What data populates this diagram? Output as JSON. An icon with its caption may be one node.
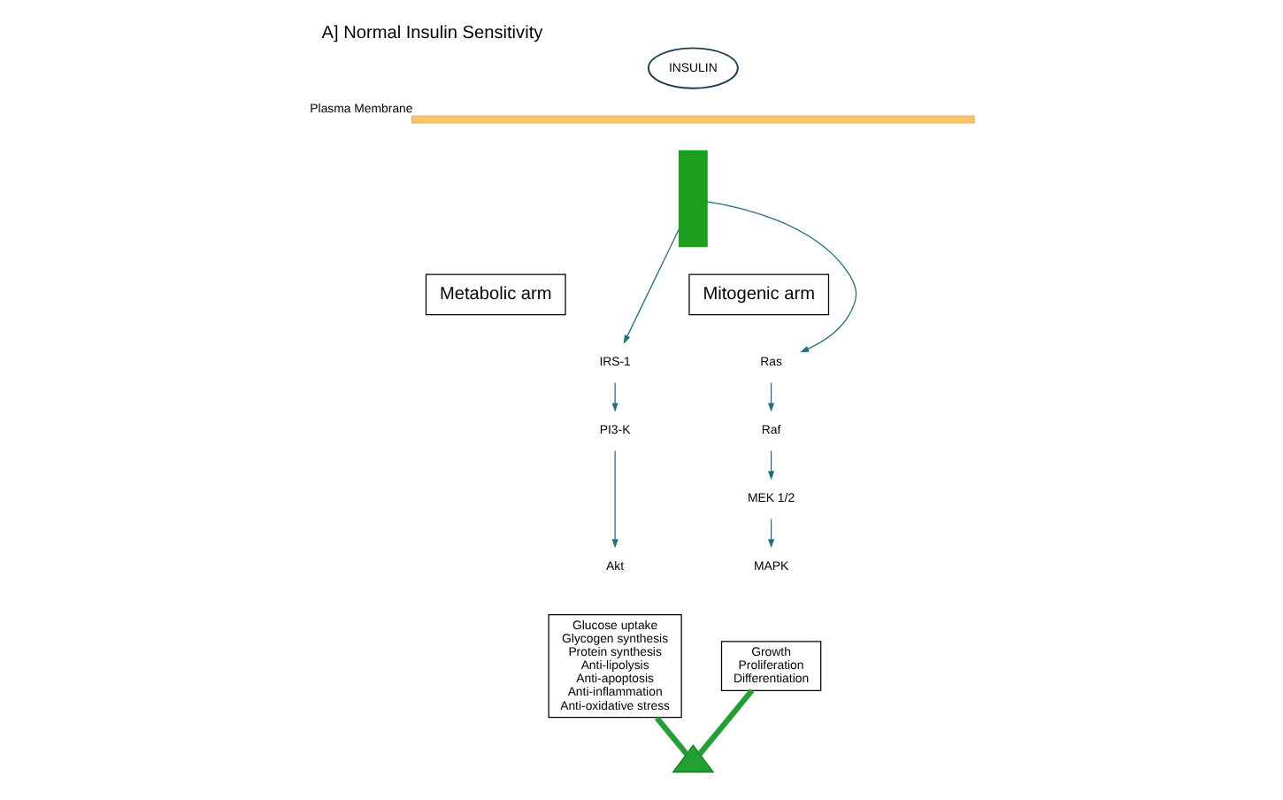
{
  "diagram": {
    "title": "A] Normal Insulin Sensitivity",
    "nodes": [
      {
        "text": [
          "INSULIN"
        ]
      },
      {
        "text": [],
        "shape": "bar",
        "beside": [
          "Plasma Membrane"
        ]
      },
      {
        "text": [],
        "shape": "bar"
      },
      {
        "text": [
          "Metabolic arm"
        ]
      },
      {
        "text": [
          "Mitogenic arm"
        ]
      },
      {
        "text": [
          "IRS-1"
        ]
      },
      {
        "text": [
          "PI3-K"
        ]
      },
      {
        "text": [
          "Akt"
        ]
      },
      {
        "text": [
          "Ras"
        ]
      },
      {
        "text": [
          "Raf"
        ]
      },
      {
        "text": [
          "MEK 1/2"
        ]
      },
      {
        "text": [
          "MAPK"
        ]
      },
      {
        "text": [
          "Glucose uptake",
          "Glycogen synthesis",
          "Protein synthesis",
          "Anti-lipolysis",
          "Anti-apoptosis",
          "Anti-inflammation",
          "Anti-oxidative stress"
        ]
      },
      {
        "text": [
          "Growth",
          "Proliferation",
          "Differentiation"
        ]
      },
      {
        "text": [],
        "shape": "triangle"
      }
    ],
    "edges": [
      {
        "from": 2,
        "to": 5,
        "arrow": "to"
      },
      {
        "from": 2,
        "to": 8,
        "arrow": "to"
      },
      {
        "from": 5,
        "to": 6,
        "arrow": "to"
      },
      {
        "from": 6,
        "to": 7,
        "arrow": "to"
      },
      {
        "from": 8,
        "to": 9,
        "arrow": "to"
      },
      {
        "from": 9,
        "to": 10,
        "arrow": "to"
      },
      {
        "from": 10,
        "to": 11,
        "arrow": "to"
      },
      {
        "from": 12,
        "to": 14,
        "arrow": "none",
        "style": "thick",
        "color": "#22a033"
      },
      {
        "from": 13,
        "to": 14,
        "arrow": "none",
        "style": "thick",
        "color": "#22a033"
      }
    ]
  }
}
